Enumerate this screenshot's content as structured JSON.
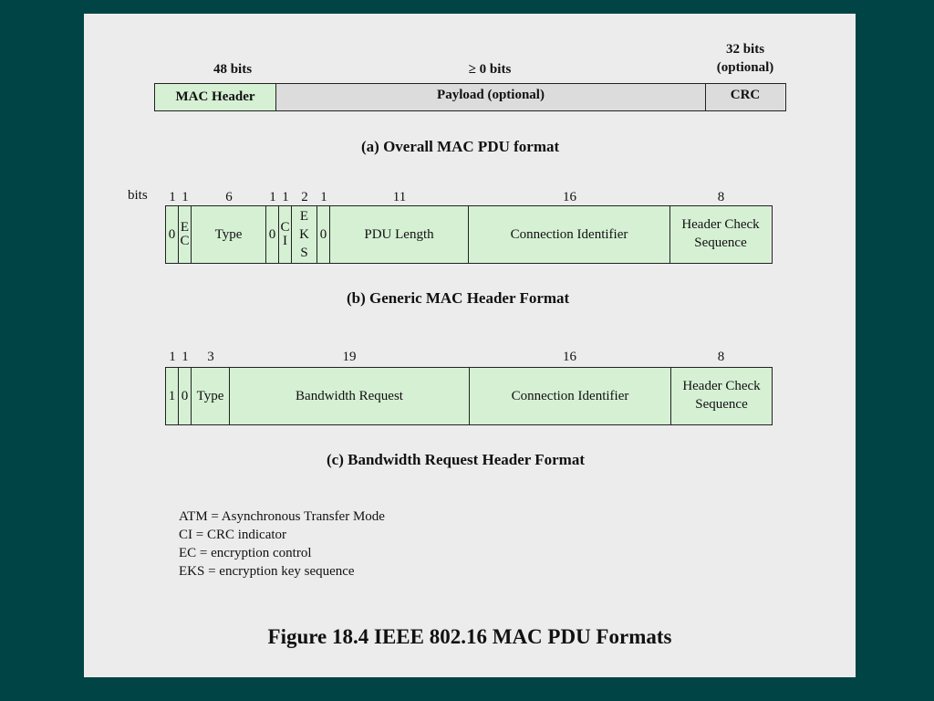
{
  "figure_title": "Figure 18.4  IEEE 802.16 MAC PDU Formats",
  "a": {
    "caption": "(a) Overall MAC PDU format",
    "size_labels": {
      "header": "48 bits",
      "payload": "≥ 0 bits",
      "crc_line1": "32 bits",
      "crc_line2": "(optional)"
    },
    "fields": {
      "header": "MAC Header",
      "payload": "Payload (optional)",
      "crc": "CRC"
    },
    "colors": {
      "header": "#d6f0d4",
      "payload": "#dcdcdc",
      "crc": "#dcdcdc"
    }
  },
  "b": {
    "caption": "(b) Generic MAC Header Format",
    "bits_label": "bits",
    "bit_counts": [
      "1",
      "1",
      "6",
      "1",
      "1",
      "2",
      "1",
      "11",
      "16",
      "8"
    ],
    "fields": {
      "ht": "0",
      "ec": [
        "E",
        "C"
      ],
      "type": "Type",
      "rsv1": "0",
      "ci": [
        "C",
        "I"
      ],
      "eks": [
        "E",
        "K",
        "S"
      ],
      "rsv2": "0",
      "pdu_length": "PDU Length",
      "cid": "Connection Identifier",
      "hcs": [
        "Header Check",
        "Sequence"
      ]
    }
  },
  "c": {
    "caption": "(c) Bandwidth Request Header Format",
    "bit_counts": [
      "1",
      "1",
      "3",
      "19",
      "16",
      "8"
    ],
    "fields": {
      "ht": "1",
      "ec": "0",
      "type": "Type",
      "bw": "Bandwidth Request",
      "cid": "Connection Identifier",
      "hcs": [
        "Header Check",
        "Sequence"
      ]
    }
  },
  "legend": [
    "ATM = Asynchronous Transfer Mode",
    "CI = CRC indicator",
    "EC = encryption control",
    "EKS = encryption key sequence"
  ],
  "colors": {
    "page_bg": "#014445",
    "slide_bg": "#ebeceb",
    "field_fill": "#d6f0d4",
    "border": "#222222"
  }
}
